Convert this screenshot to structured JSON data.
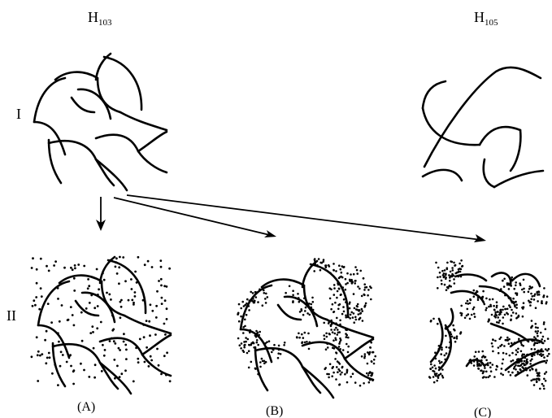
{
  "headers": {
    "left_label": "H",
    "left_sub": "103",
    "right_label": "H",
    "right_sub": "105"
  },
  "rows": {
    "row1": "I",
    "row2": "II"
  },
  "panels": {
    "a": "(A)",
    "b": "(B)",
    "c": "(C)"
  },
  "colors": {
    "ink": "#000000",
    "background": "#ffffff"
  }
}
